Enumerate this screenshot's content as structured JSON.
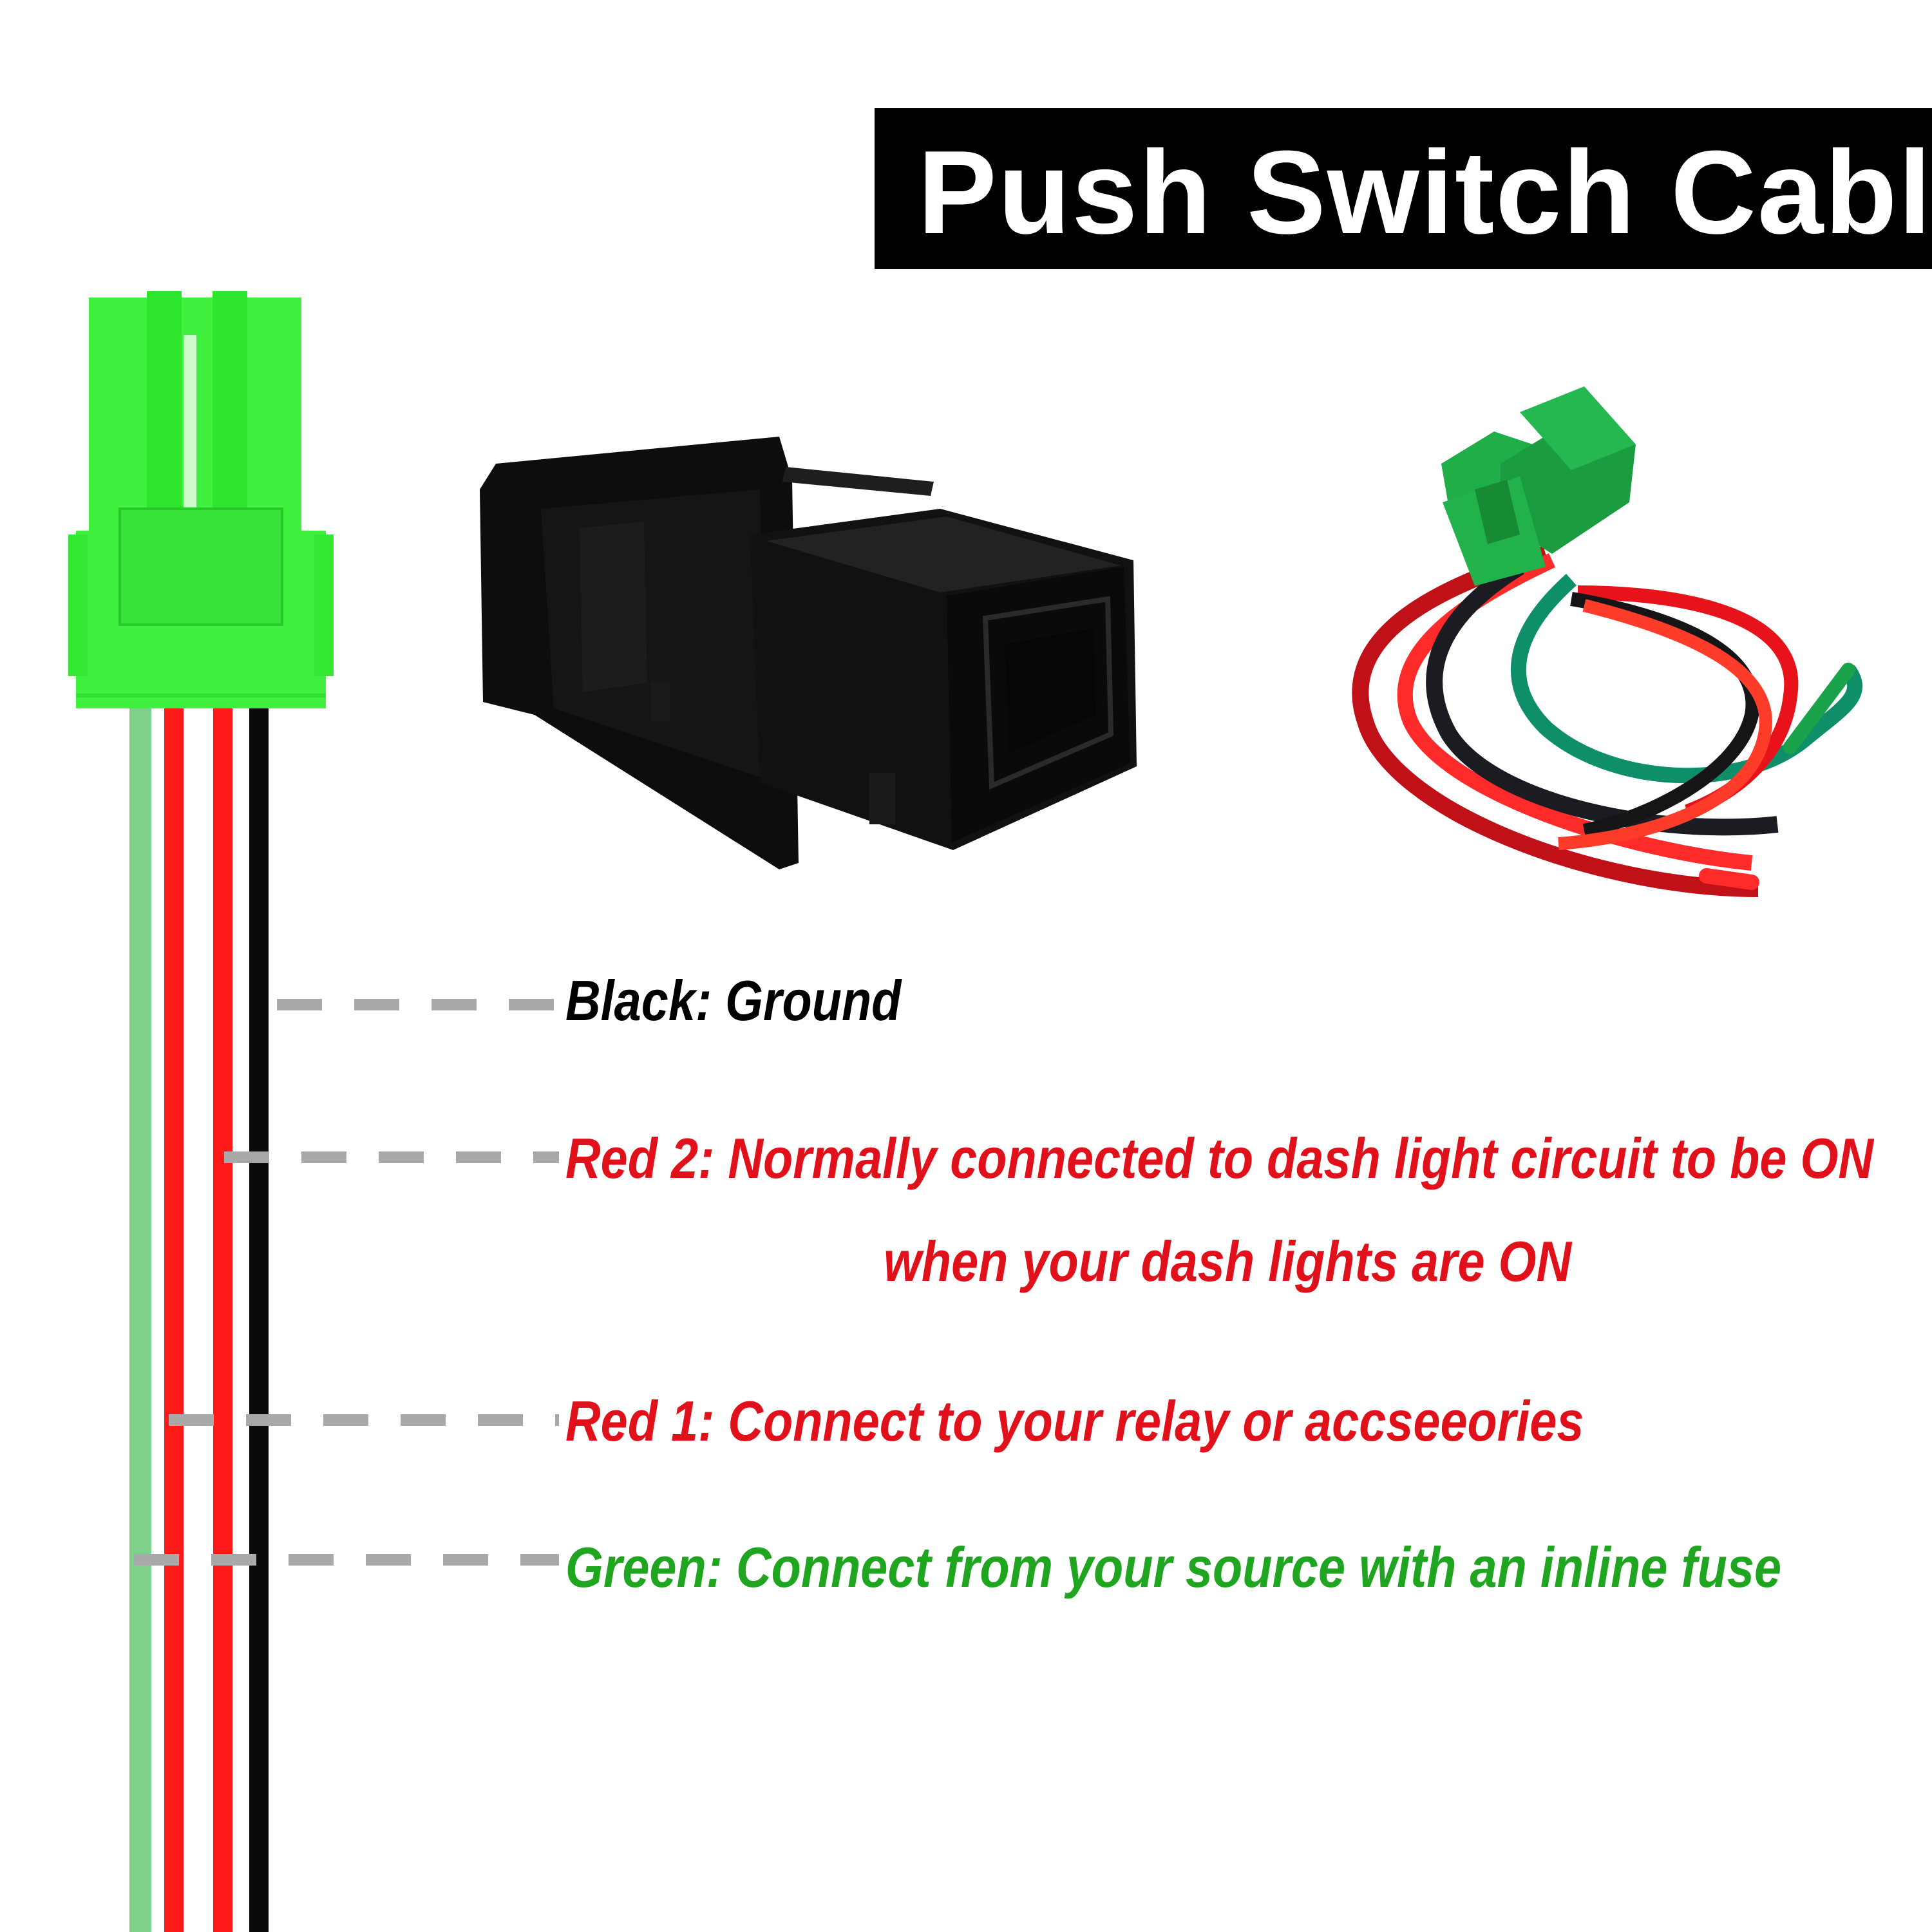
{
  "title": "Push Switch Cable",
  "wires": [
    {
      "id": "black",
      "text": "Black: Ground",
      "color": "#000000"
    },
    {
      "id": "red2",
      "lines": [
        "Red 2: Normally connected to dash light circuit to be ON",
        "when your dash lights are ON"
      ],
      "color": "#e0111a"
    },
    {
      "id": "red1",
      "text": "Red 1: Connect to your relay or accseeories",
      "color": "#e0111a"
    },
    {
      "id": "green",
      "text": "Green: Connect from your source with an inline fuse",
      "color": "#1fa51f"
    }
  ],
  "colors": {
    "connector_green": "#3ff03f",
    "wire_green": "#7fd18a",
    "wire_red": "#ff1a1a",
    "leader_gray": "#a9a9a9",
    "switch_body": "#111111"
  }
}
